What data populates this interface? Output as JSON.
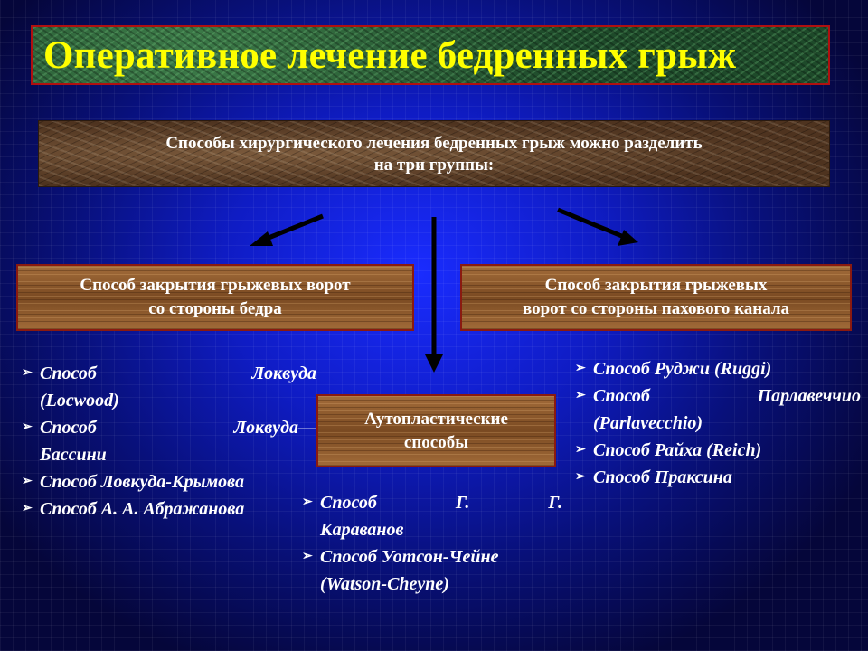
{
  "title": "Оперативное лечение бедренных грыж",
  "intro": {
    "line1": "Способы хирургического лечения бедренных грыж можно разделить",
    "line2": "на три группы:"
  },
  "groups": {
    "left": {
      "line1": "Способ закрытия грыжевых ворот",
      "line2": "со стороны бедра"
    },
    "right": {
      "line1": "Способ закрытия грыжевых",
      "line2": "ворот со стороны пахового канала"
    },
    "center": {
      "line1": "Аутопластические",
      "line2": "способы"
    }
  },
  "lists": {
    "left": [
      {
        "a": "Способ",
        "b": "Локвуда",
        "cont": "(Locwood)"
      },
      {
        "a": "Способ",
        "b": "Локвуда—",
        "cont": "Бассини"
      },
      {
        "text": "Способ Ловкуда-Крымова"
      },
      {
        "text": "Способ А. А. Абражанова"
      }
    ],
    "right": [
      {
        "text": "Способ Руджи (Ruggi)"
      },
      {
        "a": "Способ",
        "b": "Парлавеччио",
        "cont": "(Parlavecchio)"
      },
      {
        "text": "Способ Райха (Reich)"
      },
      {
        "text": "Способ Праксина"
      }
    ],
    "center": [
      {
        "a": "Способ",
        "b": "Г.",
        "c": "Г.",
        "cont": "Караванов"
      },
      {
        "text": "Способ Уотсон-Чейне",
        "cont": "(Watson-Cheyne)"
      }
    ]
  },
  "icons": {
    "bullet": "arrowhead-bullet-icon"
  },
  "colors": {
    "title_text": "#ffff00",
    "border": "#b01010",
    "arrow": "#000000"
  }
}
